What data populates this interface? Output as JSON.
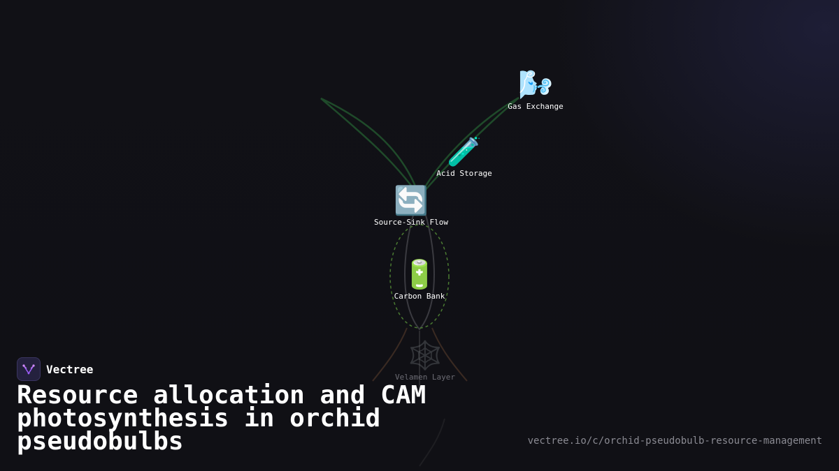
{
  "brand": {
    "name": "Vectree"
  },
  "title": "Resource allocation and CAM photosynthesis in orchid pseudobulbs",
  "url": "vectree.io/c/orchid-pseudobulb-resource-management",
  "nodes": {
    "gas_exchange": {
      "icon": "🌬️",
      "icon_name": "wind-face-icon",
      "label": "Gas Exchange"
    },
    "acid_storage": {
      "icon": "🧪",
      "icon_name": "test-tube-icon",
      "label": "Acid Storage"
    },
    "source_sink_flow": {
      "icon": "🔄",
      "icon_name": "cycle-arrows-icon",
      "label": "Source-Sink Flow"
    },
    "carbon_bank": {
      "icon": "🔋",
      "icon_name": "battery-icon",
      "label": "Carbon Bank"
    },
    "velamen_layer": {
      "icon": "🕸️",
      "icon_name": "spider-web-icon",
      "label": "Velamen Layer"
    }
  },
  "colors": {
    "background": "#111116",
    "leaf_stroke": "#1f4a2a",
    "pseudobulb_stroke": "#3a3a40",
    "bank_dashed": "#4a7a32",
    "root_stroke": "#3a2a22",
    "logo_accent": "#9b5cf6"
  }
}
